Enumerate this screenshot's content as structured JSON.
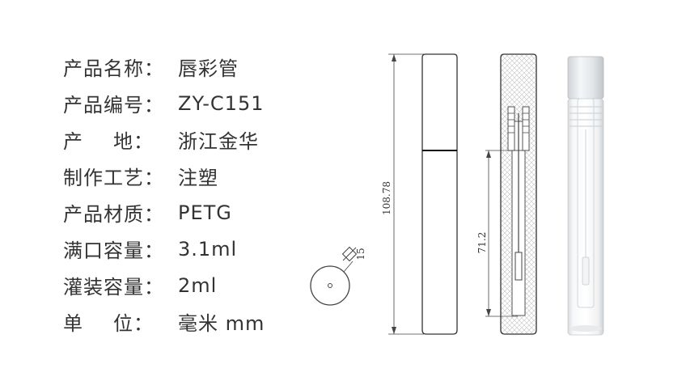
{
  "specs": [
    {
      "label": "产品名称：",
      "value": "唇彩管"
    },
    {
      "label": "产品编号：",
      "value": "ZY-C151"
    },
    {
      "label_chars": [
        "产",
        "地："
      ],
      "value": "浙江金华"
    },
    {
      "label": "制作工艺：",
      "value": "注塑"
    },
    {
      "label": "产品材质：",
      "value": "PETG"
    },
    {
      "label": "满口容量：",
      "value": "3.1ml"
    },
    {
      "label": "灌装容量：",
      "value": "2ml"
    },
    {
      "label_chars": [
        "单",
        "位："
      ],
      "value": "毫米 mm"
    }
  ],
  "dimensions": {
    "total_height": "108.78",
    "inner_height": "71.2",
    "diameter": "15"
  },
  "colors": {
    "text": "#333333",
    "line": "#444444",
    "hatch": "#bbbbbb"
  }
}
